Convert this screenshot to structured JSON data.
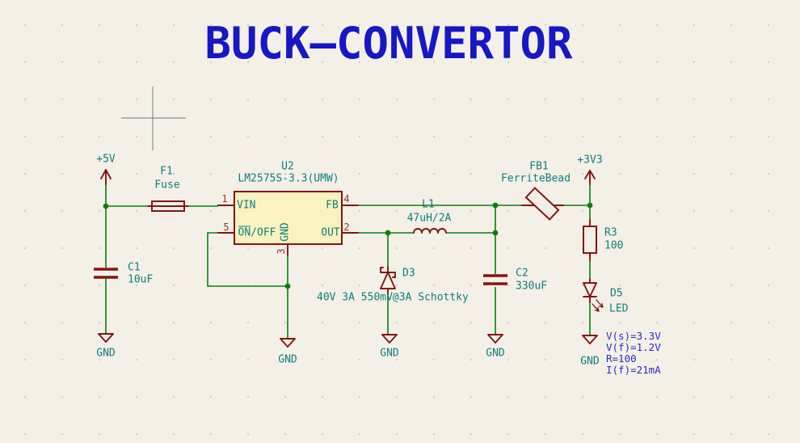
{
  "title": "BUCK–CONVERTOR",
  "labels": {
    "p5v": "+5V",
    "p3v3": "+3V3",
    "f1_ref": "F1",
    "f1_val": "Fuse",
    "u2_ref": "U2",
    "u2_val": "LM2575S-3.3(UMW)",
    "pin_vin": "VIN",
    "pin_fb": "FB",
    "pin_on": "ON",
    "pin_off": "/OFF",
    "pin_gnd": "GND",
    "pin_out": "OUT",
    "pin1": "1",
    "pin2": "2",
    "pin3": "3",
    "pin4": "4",
    "pin5": "5",
    "c1_ref": "C1",
    "c1_val": "10uF",
    "d3_ref": "D3",
    "d3_note": "40V 3A 550mV@3A Schottky",
    "l1_ref": "L1",
    "l1_val": "47uH/2A",
    "c2_ref": "C2",
    "c2_val": "330uF",
    "fb1_ref": "FB1",
    "fb1_val": "FerriteBead",
    "r3_ref": "R3",
    "r3_val": "100",
    "d5_ref": "D5",
    "d5_val": "LED",
    "gnd": "GND"
  },
  "notes": {
    "line1": "V(s)=3.3V",
    "line2": "V(f)=1.2V",
    "line3": "R=100",
    "line4": "I(f)=21mA"
  },
  "colors": {
    "background": "#F4F0E7",
    "wire": "#0B7D0B",
    "symbol": "#831512",
    "pin_number": "#9D2B24",
    "label": "#0E7D7B",
    "note": "#2A2AC4",
    "title": "#1717C4",
    "ic_fill": "#FAF3BF",
    "grid_dot": "#D3D0C6",
    "crosshair": "#7C7C78"
  }
}
